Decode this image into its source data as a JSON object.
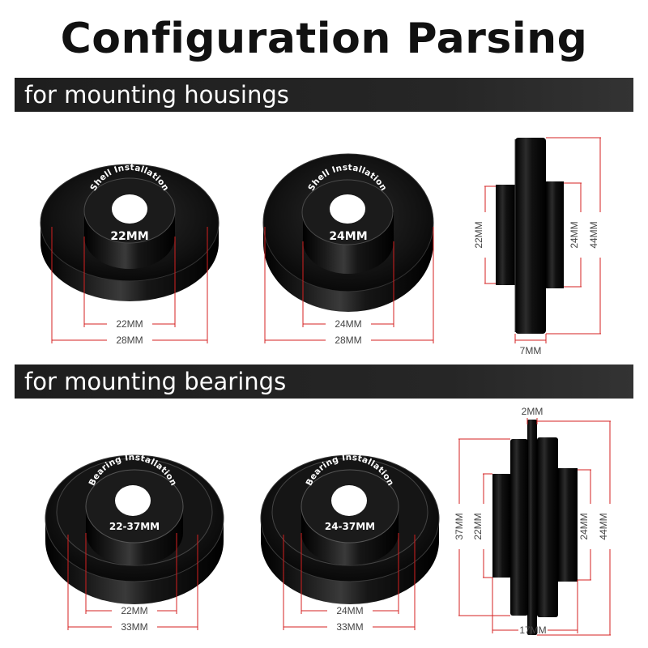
{
  "header": {
    "title": "Configuration Parsing"
  },
  "sections": [
    {
      "heading": "for mounting housings",
      "parts": [
        {
          "ring_text": "Shell Installation",
          "label": "22MM",
          "inner_dim": "22MM",
          "outer_dim": "28MM"
        },
        {
          "ring_text": "Shell Installation",
          "label": "24MM",
          "inner_dim": "24MM",
          "outer_dim": "28MM"
        }
      ],
      "side_view": {
        "dim_left": "22MM",
        "dim_right": "24MM",
        "dim_height": "44MM",
        "dim_width": "7MM"
      }
    },
    {
      "heading": "for mounting bearings",
      "parts": [
        {
          "ring_text": "Bearing Installation",
          "label": "22-37MM",
          "inner_dim": "22MM",
          "outer_dim": "33MM"
        },
        {
          "ring_text": "Bearing Installation",
          "label": "24-37MM",
          "inner_dim": "24MM",
          "outer_dim": "33MM"
        }
      ],
      "side_view": {
        "dim_top": "2MM",
        "dim_left_outer": "37MM",
        "dim_left_inner": "22MM",
        "dim_right_inner": "24MM",
        "dim_height": "44MM",
        "dim_width": "17MM"
      }
    }
  ],
  "colors": {
    "band": "#262626",
    "dimension_line": "#d42020",
    "part": "#0b0b0b",
    "text": "#111111"
  }
}
